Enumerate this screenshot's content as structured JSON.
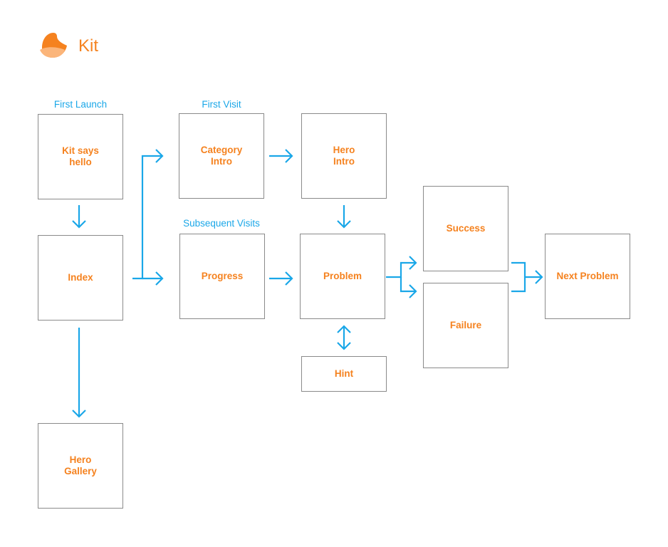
{
  "brand": {
    "name": "Kit",
    "icon": "kit-bird-icon",
    "color": "#f5821f"
  },
  "colors": {
    "node_text": "#f5821f",
    "section_label": "#1aa7e8",
    "connector": "#1aa7e8",
    "node_border": "#8a8a8a"
  },
  "sections": {
    "first_launch": "First Launch",
    "first_visit": "First Visit",
    "subsequent_visits": "Subsequent Visits"
  },
  "nodes": {
    "kit_says_hello": "Kit says\nhello",
    "index": "Index",
    "hero_gallery": "Hero\nGallery",
    "category_intro": "Category\nIntro",
    "hero_intro": "Hero\nIntro",
    "progress": "Progress",
    "problem": "Problem",
    "hint": "Hint",
    "success": "Success",
    "failure": "Failure",
    "next_problem": "Next Problem"
  }
}
